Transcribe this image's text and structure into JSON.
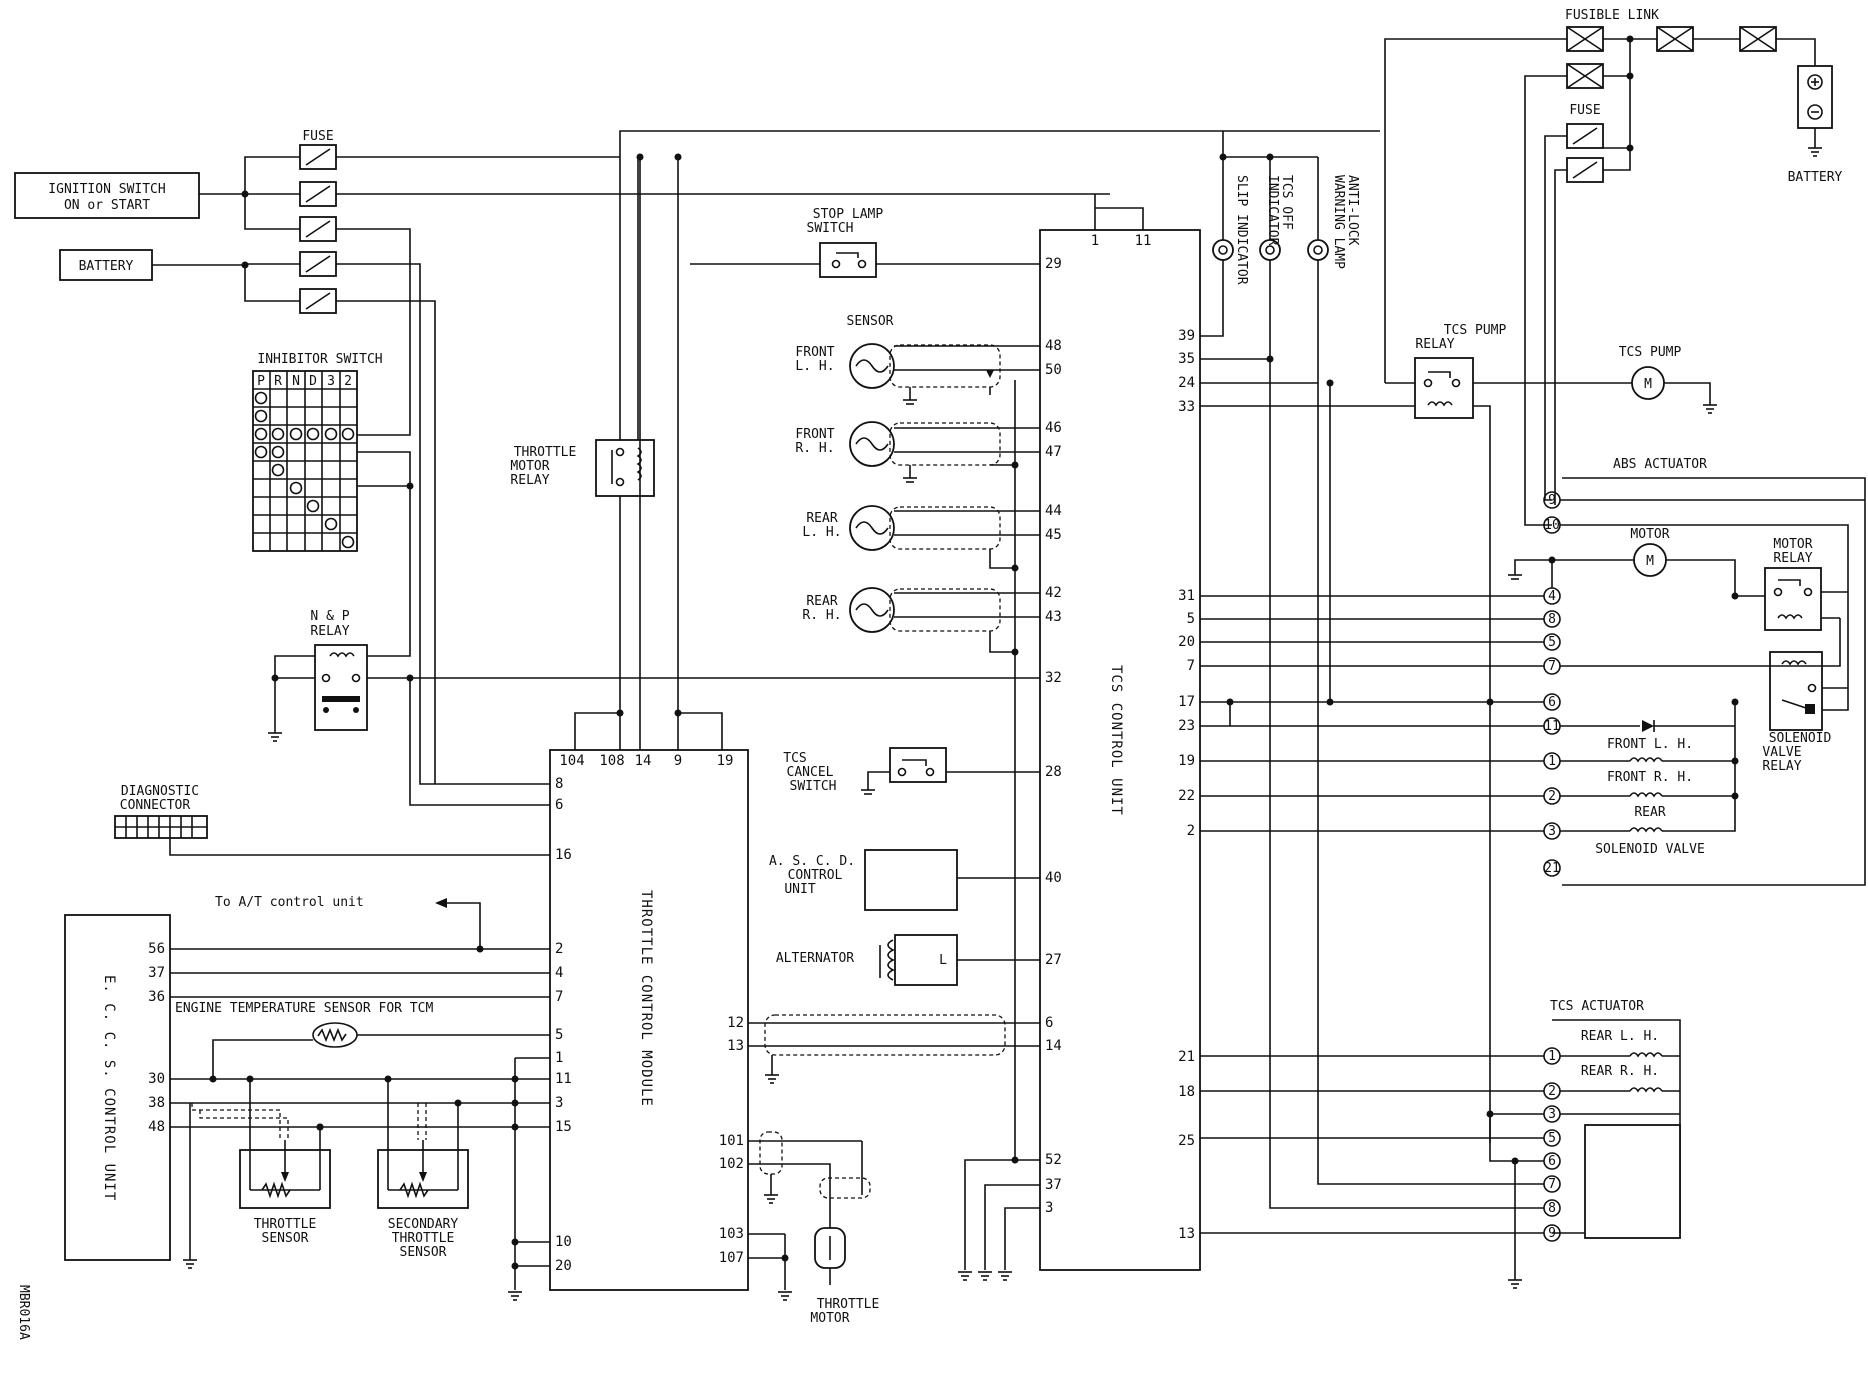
{
  "diagram_id": "MBR016A",
  "labels": {
    "fuse_top": "FUSE",
    "ignition_l1": "IGNITION SWITCH",
    "ignition_l2": "ON or START",
    "battery_box": "BATTERY",
    "inhibitor": "INHIBITOR SWITCH",
    "inhibitor_positions": [
      "P",
      "R",
      "N",
      "D",
      "3",
      "2"
    ],
    "np_relay_l1": "N & P",
    "np_relay_l2": "RELAY",
    "diag_l1": "DIAGNOSTIC",
    "diag_l2": "CONNECTOR",
    "to_at": "To A/T control unit",
    "eccs": "E. C. C. S.  CONTROL UNIT",
    "eng_temp": "ENGINE TEMPERATURE SENSOR FOR TCM",
    "throttle_sensor_l1": "THROTTLE",
    "throttle_sensor_l2": "SENSOR",
    "sec_throttle_l1": "SECONDARY",
    "sec_throttle_l2": "THROTTLE",
    "sec_throttle_l3": "SENSOR",
    "tm_relay_l1": "THROTTLE",
    "tm_relay_l2": "MOTOR",
    "tm_relay_l3": "RELAY",
    "tcm": "THROTTLE CONTROL MODULE",
    "throttle_motor_l1": "THROTTLE",
    "throttle_motor_l2": "MOTOR",
    "stop_lamp_l1": "STOP LAMP",
    "stop_lamp_l2": "SWITCH",
    "sensor": "SENSOR",
    "front_lh_l1": "FRONT",
    "front_lh_l2": "L. H.",
    "front_rh_l1": "FRONT",
    "front_rh_l2": "R. H.",
    "rear_lh_l1": "REAR",
    "rear_lh_l2": "L. H.",
    "rear_rh_l1": "REAR",
    "rear_rh_l2": "R. H.",
    "tcs_cancel_l1": "TCS",
    "tcs_cancel_l2": "CANCEL",
    "tcs_cancel_l3": "SWITCH",
    "ascd_l1": "A. S. C. D.",
    "ascd_l2": "CONTROL",
    "ascd_l3": "UNIT",
    "alternator": "ALTERNATOR",
    "alternator_term": "L",
    "tcs_cu": "TCS CONTROL UNIT",
    "slip": "SLIP INDICATOR",
    "tcs_off_l1": "TCS OFF",
    "tcs_off_l2": "INDICATOR",
    "antilock_l1": "ANTI-LOCK",
    "antilock_l2": "WARNING LAMP",
    "fusible_link": "FUSIBLE LINK",
    "fuse_right": "FUSE",
    "battery_right": "BATTERY",
    "tcs_pump_relay_l1": "TCS PUMP",
    "tcs_pump_relay_l2": "RELAY",
    "tcs_pump": "TCS PUMP",
    "abs_actuator": "ABS ACTUATOR",
    "motor": "MOTOR",
    "motor_relay_l1": "MOTOR",
    "motor_relay_l2": "RELAY",
    "solenoid_relay_l1": "SOLENOID",
    "solenoid_relay_l2": "VALVE",
    "solenoid_relay_l3": "RELAY",
    "sv_front_lh": "FRONT  L. H.",
    "sv_front_rh": "FRONT  R. H.",
    "sv_rear": "REAR",
    "solenoid_valve": "SOLENOID VALVE",
    "tcs_actuator": "TCS ACTUATOR",
    "act_rear_lh": "REAR  L. H.",
    "act_rear_rh": "REAR  R. H."
  },
  "pins": {
    "eccs": [
      "56",
      "37",
      "36",
      "30",
      "38",
      "48"
    ],
    "tcm_left": [
      "8",
      "6",
      "16",
      "2",
      "4",
      "7",
      "5",
      "1",
      "11",
      "3",
      "15",
      "10",
      "20"
    ],
    "tcm_top": [
      "104",
      "108",
      "14",
      "9",
      "19"
    ],
    "tcm_right": [
      "12",
      "13",
      "101",
      "102",
      "103",
      "107"
    ],
    "tcs_left": [
      "29",
      "48",
      "50",
      "46",
      "47",
      "44",
      "45",
      "42",
      "43",
      "32",
      "28",
      "40",
      "27",
      "6",
      "14",
      "52",
      "37",
      "3"
    ],
    "tcs_top": [
      "1",
      "11"
    ],
    "tcs_right": [
      "39",
      "35",
      "24",
      "33",
      "31",
      "5",
      "20",
      "7",
      "17",
      "23",
      "19",
      "22",
      "2",
      "21",
      "18",
      "25",
      "13"
    ],
    "abs_pins": [
      "9",
      "10",
      "4",
      "8",
      "5",
      "7",
      "6",
      "11",
      "1",
      "2",
      "3",
      "21"
    ],
    "tcs_act_pins": [
      "1",
      "2",
      "3",
      "5",
      "6",
      "7",
      "8",
      "9"
    ]
  }
}
